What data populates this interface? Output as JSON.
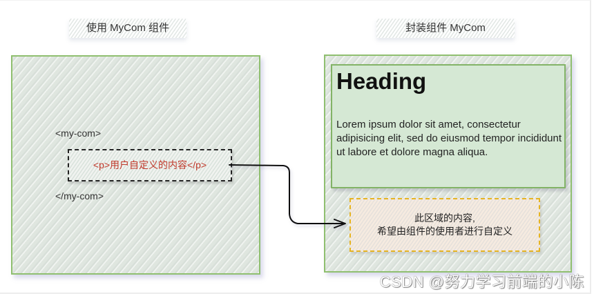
{
  "diagram": {
    "left_section": {
      "title": "使用 MyCom 组件",
      "open_tag": "<my-com>",
      "slot_content": "<p>用户自定义的内容</p>",
      "close_tag": "</my-com>"
    },
    "right_section": {
      "title": "封装组件 MyCom",
      "card": {
        "heading": "Heading",
        "body": "Lorem ipsum dolor sit amet, consectetur adipisicing elit, sed do eiusmod tempor incididunt ut labore et dolore magna aliqua."
      },
      "custom_area": {
        "line1": "此区域的内容,",
        "line2": "希望由组件的使用者进行自定义"
      }
    },
    "connector": {
      "from": "slot_content",
      "to": "custom_area",
      "icon": "arrow-icon"
    },
    "colors": {
      "panel_border": "#8fbf6f",
      "card_fill": "#d5e8d4",
      "card_border": "#82b366",
      "slot_text": "#c0392b",
      "custom_area_border": "#e6b422",
      "custom_area_fill": "#f6ebe0"
    }
  },
  "watermark": "CSDN @努力学习前端的小陈"
}
